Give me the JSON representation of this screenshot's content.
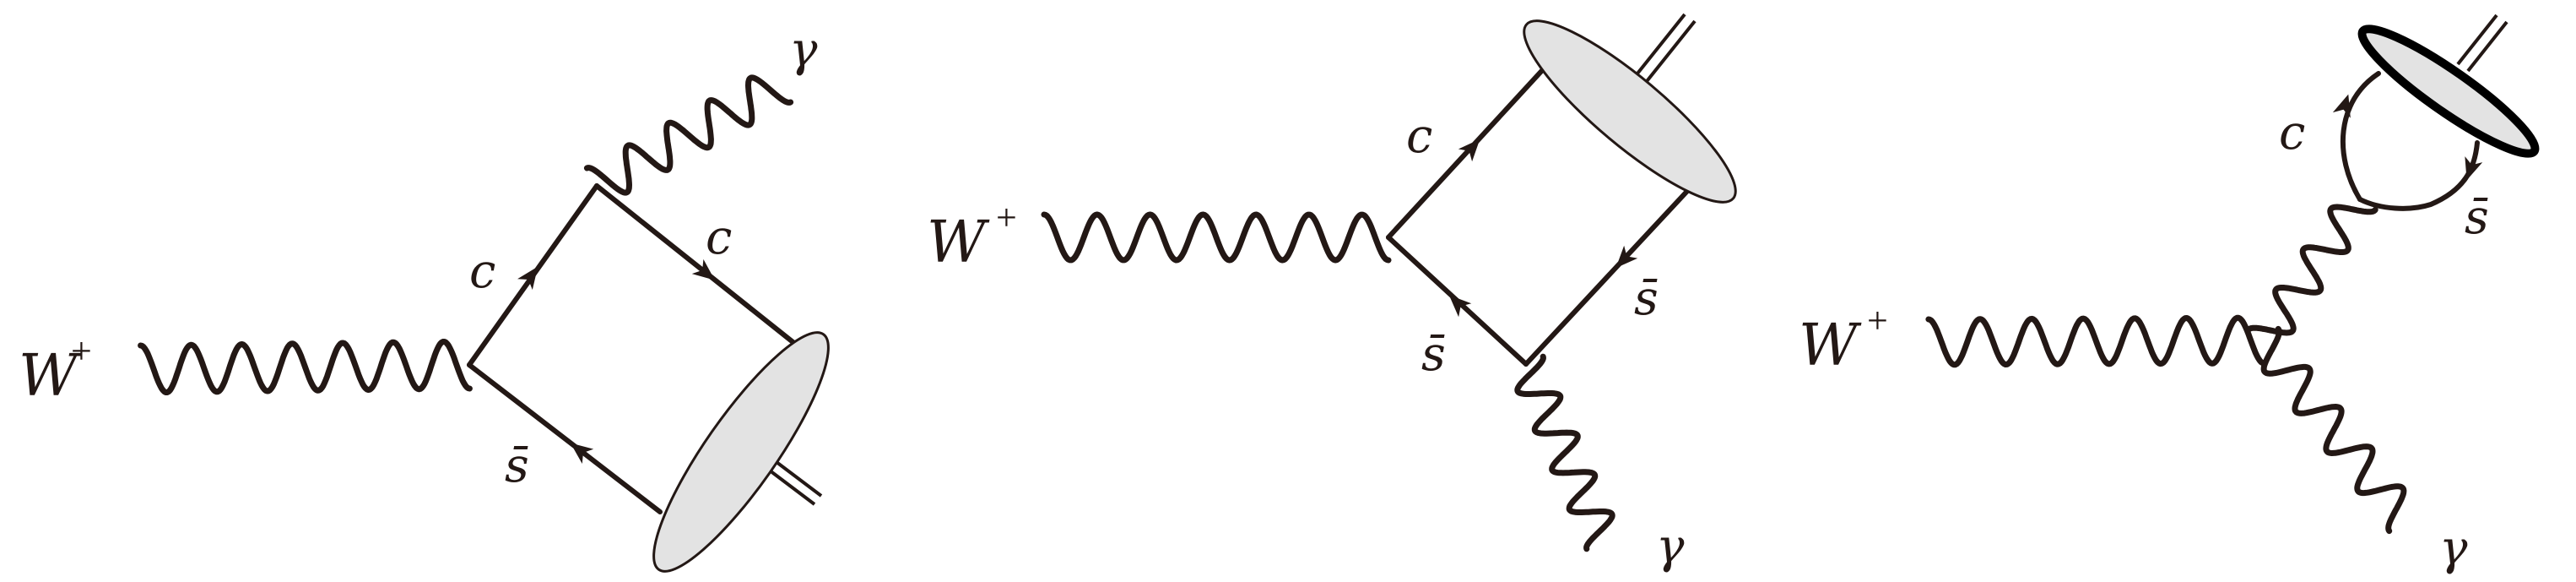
{
  "diagrams": [
    {
      "incoming": {
        "label": "W",
        "charge": "+"
      },
      "photon_label": "γ",
      "quark_labels": [
        "c",
        "c",
        "s̄"
      ]
    },
    {
      "incoming": {
        "label": "W",
        "charge": "+"
      },
      "photon_label": "γ",
      "quark_labels": [
        "c",
        "s̄",
        "s̄"
      ]
    },
    {
      "incoming": {
        "label": "W",
        "charge": "+"
      },
      "photon_label": "γ",
      "quark_labels": [
        "c",
        "s̄"
      ]
    }
  ],
  "colors": {
    "line": "#231815",
    "blob_fill": "#e3e3e3",
    "background": "#ffffff"
  }
}
